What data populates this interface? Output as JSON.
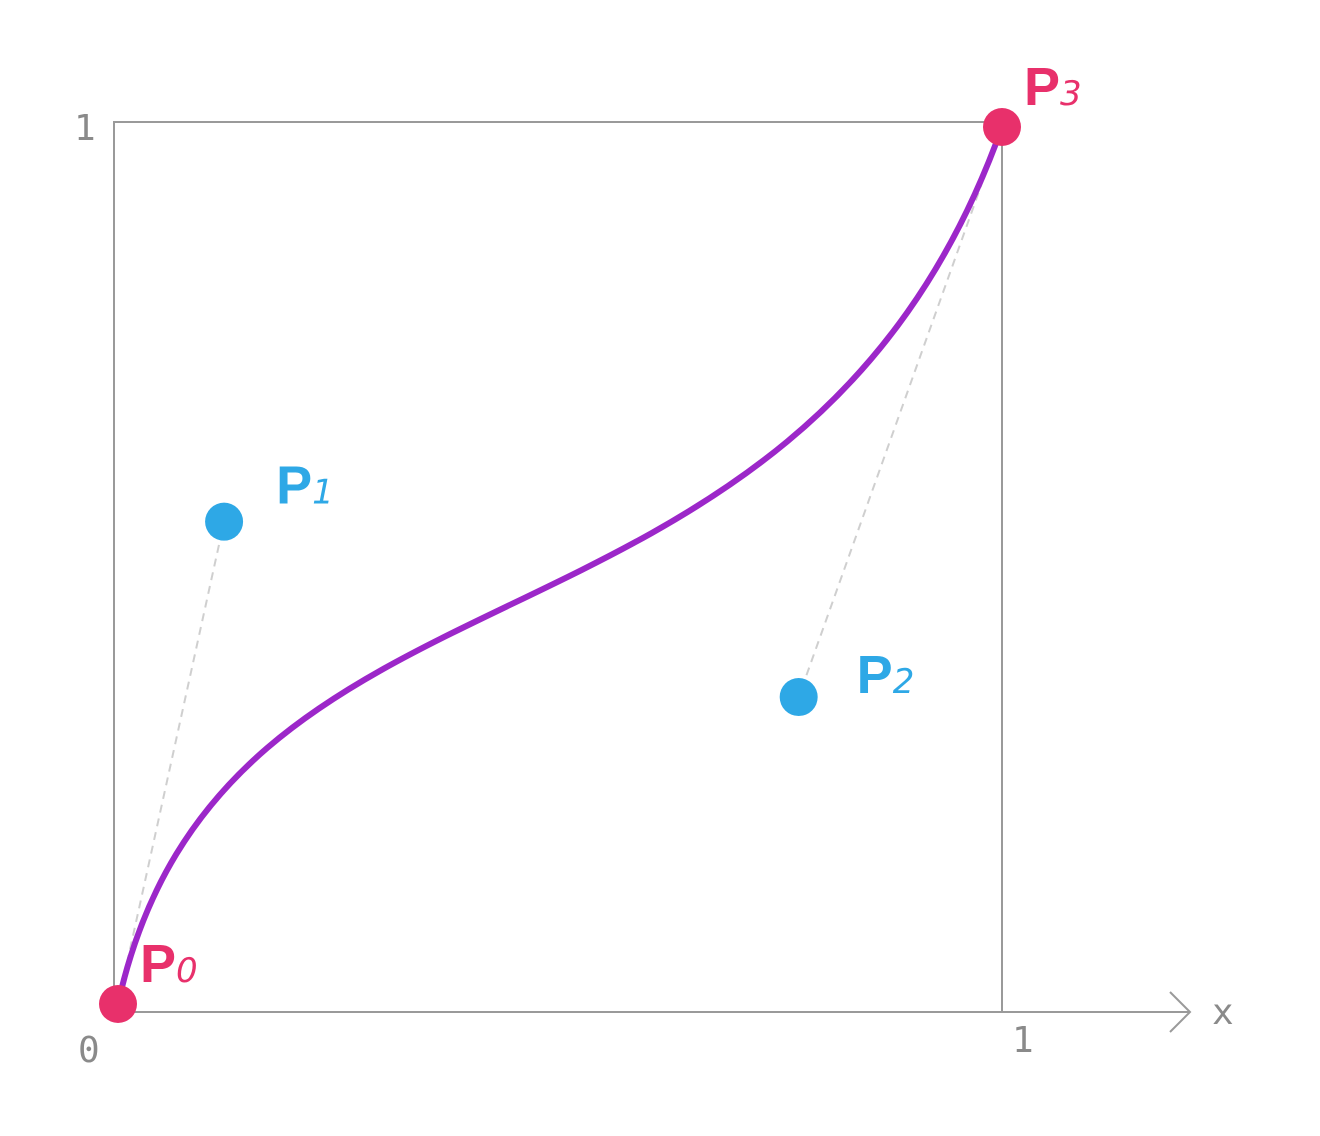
{
  "axes": {
    "origin_label": "0",
    "x_tick_label": "1",
    "y_tick_label": "1",
    "x_axis_label": "x"
  },
  "points": [
    {
      "letter": "P",
      "index": "0",
      "x": 0.0,
      "y": 0.0,
      "role": "endpoint"
    },
    {
      "letter": "P",
      "index": "1",
      "x": 0.12,
      "y": 0.55,
      "role": "control"
    },
    {
      "letter": "P",
      "index": "2",
      "x": 0.77,
      "y": 0.35,
      "role": "control"
    },
    {
      "letter": "P",
      "index": "3",
      "x": 1.0,
      "y": 1.0,
      "role": "endpoint"
    }
  ],
  "colors": {
    "curve": "#9c27c9",
    "endpoint": "#e8306b",
    "control": "#2ea8e6",
    "frame": "#9a9a9a",
    "guide": "#cfcfcf"
  }
}
